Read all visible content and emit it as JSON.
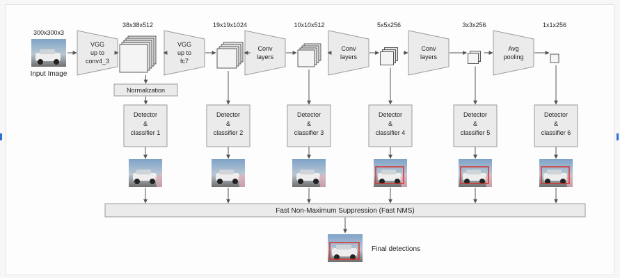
{
  "input": {
    "dims": "300x300x3",
    "label": "Input Image"
  },
  "stages": [
    {
      "id": "vgg-conv4",
      "label_lines": [
        "VGG",
        "up to",
        "conv4_3"
      ]
    },
    {
      "id": "vgg-fc7",
      "label_lines": [
        "VGG",
        "up to",
        "fc7"
      ]
    },
    {
      "id": "conv-1",
      "label_lines": [
        "Conv",
        "layers"
      ]
    },
    {
      "id": "conv-2",
      "label_lines": [
        "Conv",
        "layers"
      ]
    },
    {
      "id": "conv-3",
      "label_lines": [
        "Conv",
        "layers"
      ]
    },
    {
      "id": "avg-pool",
      "label_lines": [
        "Avg",
        "pooling"
      ]
    }
  ],
  "feature_maps": [
    {
      "dims": "38x38x512"
    },
    {
      "dims": "19x19x1024"
    },
    {
      "dims": "10x10x512"
    },
    {
      "dims": "5x5x256"
    },
    {
      "dims": "3x3x256"
    },
    {
      "dims": "1x1x256"
    }
  ],
  "normalization_label": "Normalization",
  "detectors": [
    {
      "lines": [
        "Detector",
        "&",
        "classifier 1"
      ],
      "highlight": false
    },
    {
      "lines": [
        "Detector",
        "&",
        "classifier 2"
      ],
      "highlight": false
    },
    {
      "lines": [
        "Detector",
        "&",
        "classifier 3"
      ],
      "highlight": false
    },
    {
      "lines": [
        "Detector",
        "&",
        "classifier 4"
      ],
      "highlight": true
    },
    {
      "lines": [
        "Detector",
        "&",
        "classifier 5"
      ],
      "highlight": true
    },
    {
      "lines": [
        "Detector",
        "&",
        "classifier 6"
      ],
      "highlight": true
    }
  ],
  "nms_label": "Fast Non-Maximum Suppression (Fast NMS)",
  "final_label": "Final detections",
  "colors": {
    "box_fill": "#ebebeb",
    "box_stroke": "#9a9a9a",
    "arrow": "#555555",
    "highlight": "#d8302a",
    "accent": "#2a6fd1"
  }
}
